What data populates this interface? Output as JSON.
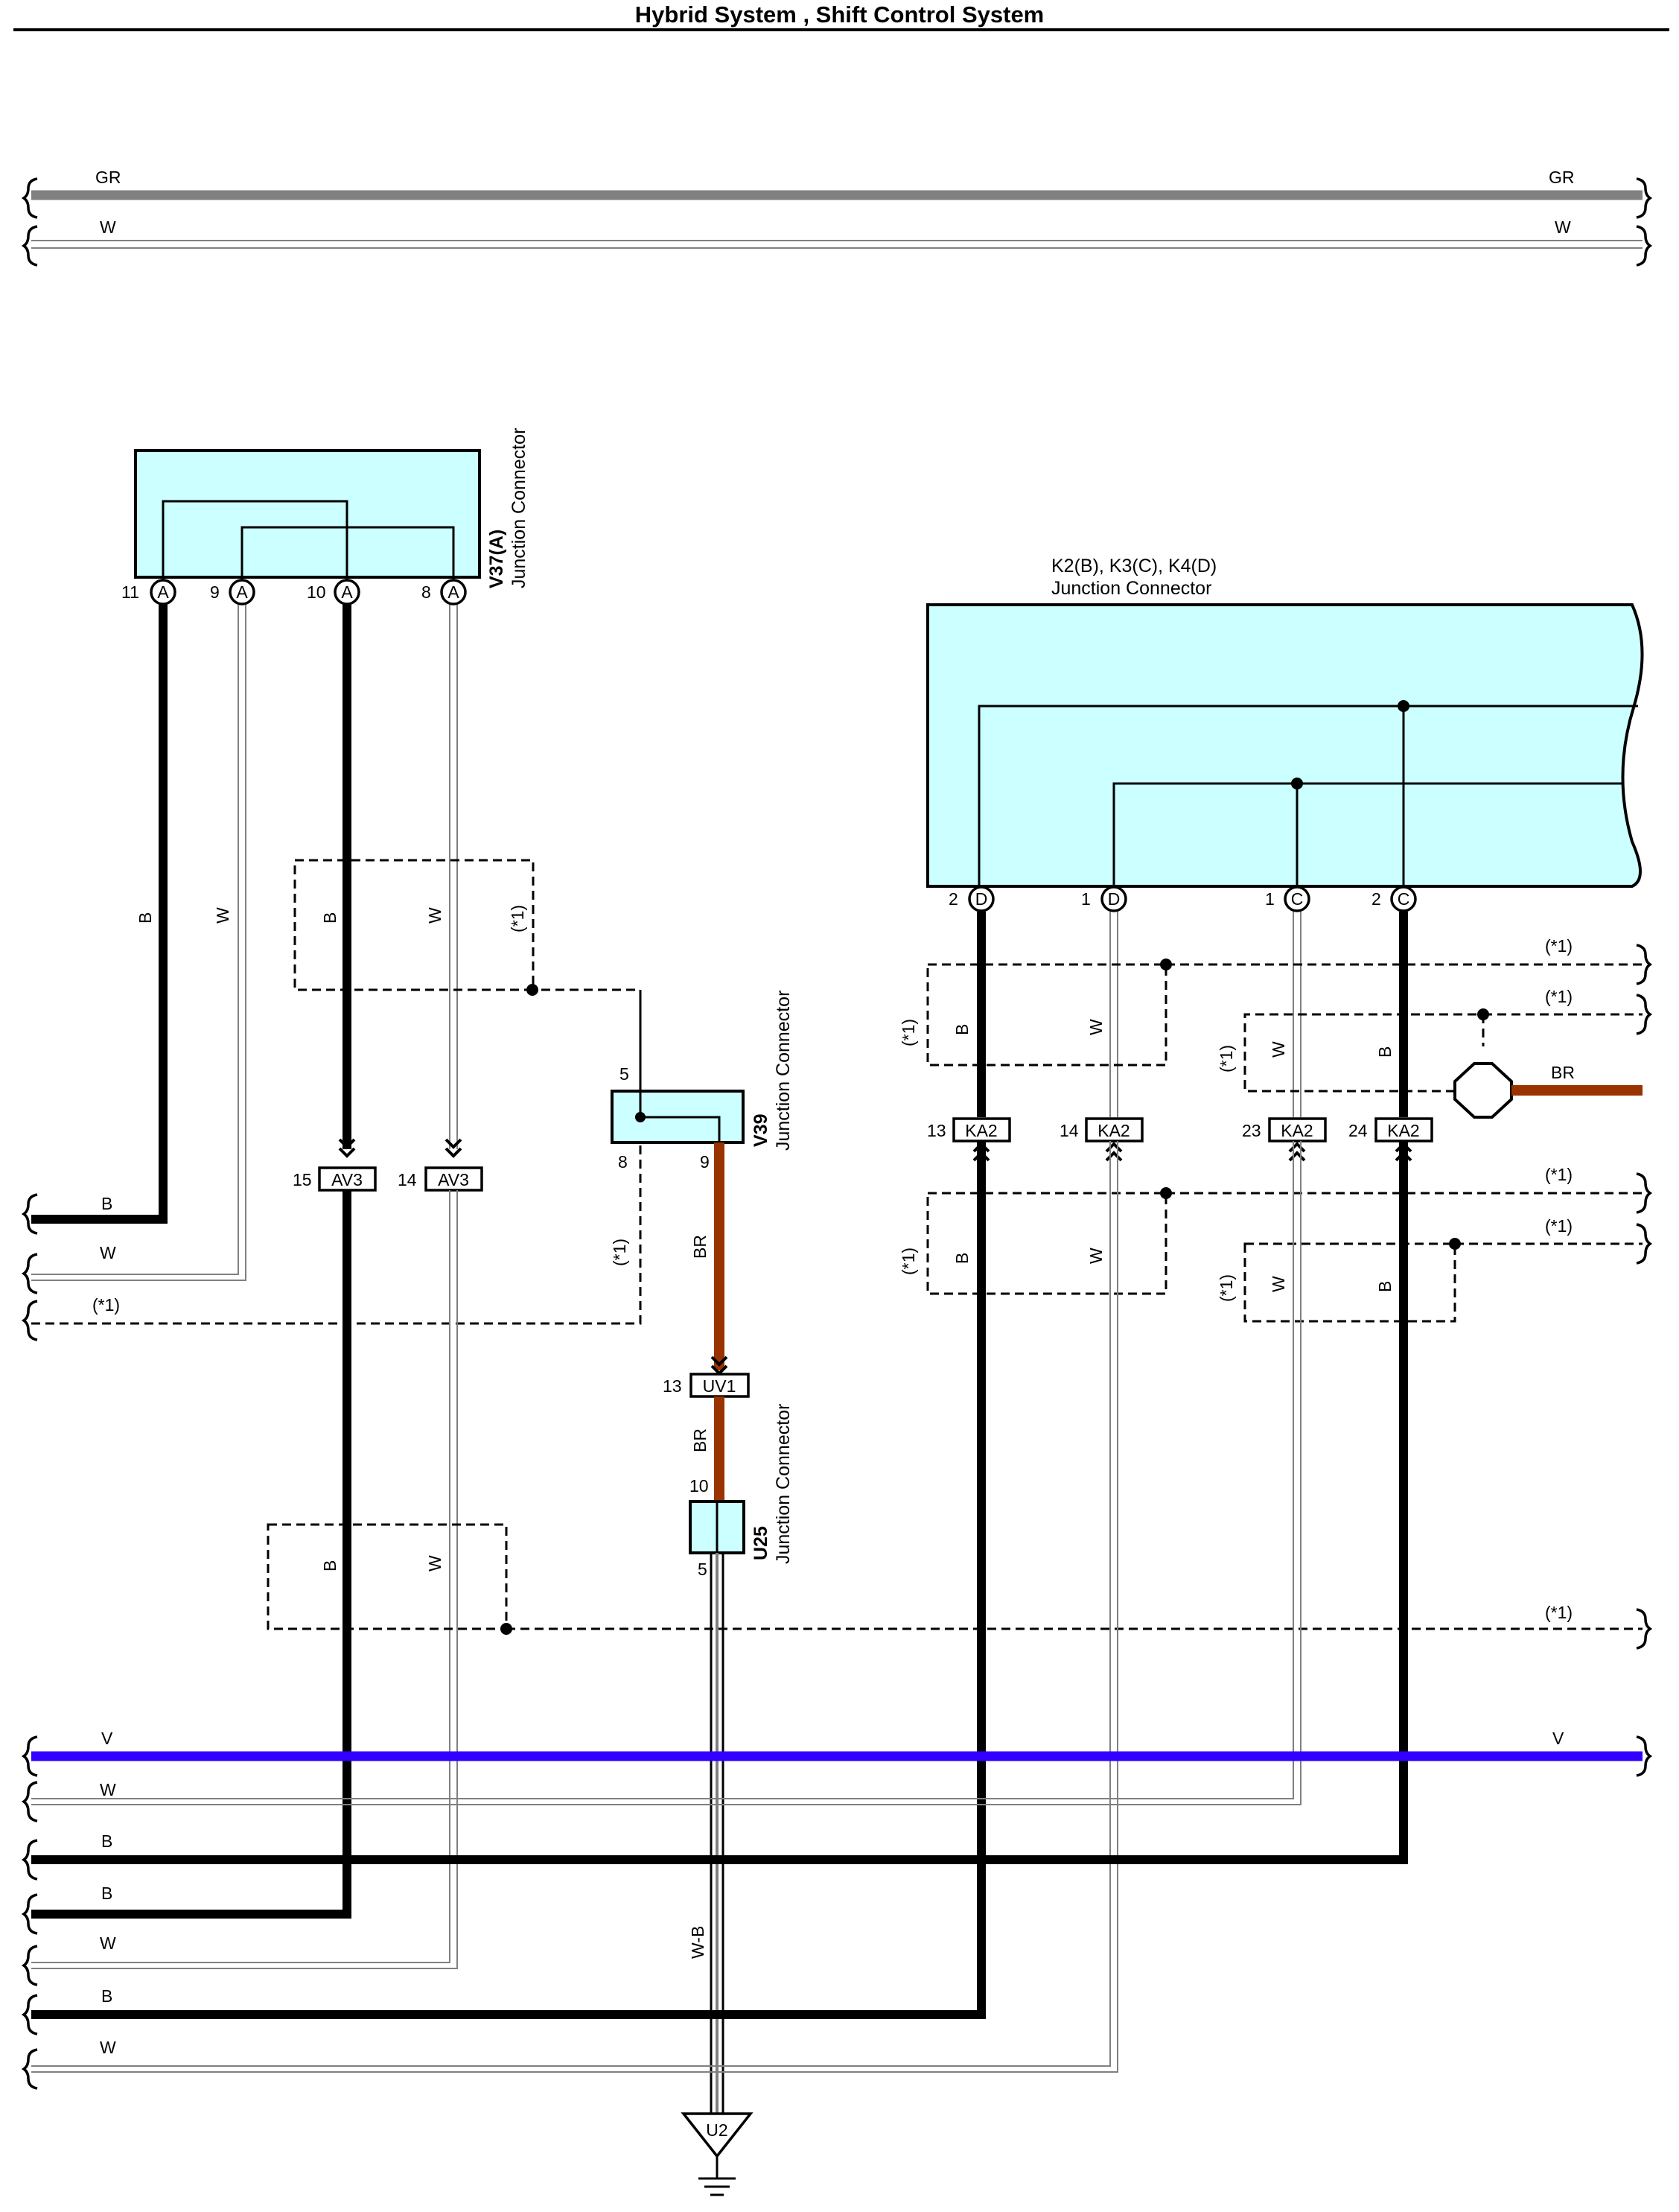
{
  "page": {
    "title": "Hybrid System , Shift Control System"
  },
  "wire_labels": {
    "GR": "GR",
    "W": "W",
    "B": "B",
    "BR": "BR",
    "V": "V",
    "WB": "W-B",
    "note": "(*1)"
  },
  "connectors": {
    "v37": {
      "id": "V37(A)",
      "name": "Junction Connector",
      "pins": [
        {
          "num": "11",
          "letter": "A"
        },
        {
          "num": "9",
          "letter": "A"
        },
        {
          "num": "10",
          "letter": "A"
        },
        {
          "num": "8",
          "letter": "A"
        }
      ]
    },
    "k2": {
      "id": "K2(B), K3(C), K4(D)",
      "name": "Junction Connector",
      "pins": [
        {
          "num": "2",
          "letter": "D"
        },
        {
          "num": "1",
          "letter": "D"
        },
        {
          "num": "1",
          "letter": "C"
        },
        {
          "num": "2",
          "letter": "C"
        }
      ]
    },
    "v39": {
      "id": "V39",
      "name": "Junction Connector",
      "pins": [
        "5",
        "8",
        "9"
      ]
    },
    "u25": {
      "id": "U25",
      "name": "Junction Connector",
      "pins": [
        "10",
        "5"
      ]
    },
    "u2": {
      "id": "U2"
    }
  },
  "inline_connectors": {
    "av3_15": {
      "num": "15",
      "label": "AV3"
    },
    "av3_14": {
      "num": "14",
      "label": "AV3"
    },
    "uv1_13": {
      "num": "13",
      "label": "UV1"
    },
    "ka2_13": {
      "num": "13",
      "label": "KA2"
    },
    "ka2_14": {
      "num": "14",
      "label": "KA2"
    },
    "ka2_23": {
      "num": "23",
      "label": "KA2"
    },
    "ka2_24": {
      "num": "24",
      "label": "KA2"
    }
  },
  "colors": {
    "cyan_fill": "#ccffff",
    "gray_wire": "#808080",
    "brown_wire": "#993300",
    "violet_wire": "#3300ff",
    "black": "#000000"
  },
  "icons": [
    "wire-break-brace-icon",
    "splice-dot-icon",
    "connector-pin-icon",
    "ground-icon",
    "inline-connector-arrow-icon",
    "octagon-connector-icon"
  ]
}
